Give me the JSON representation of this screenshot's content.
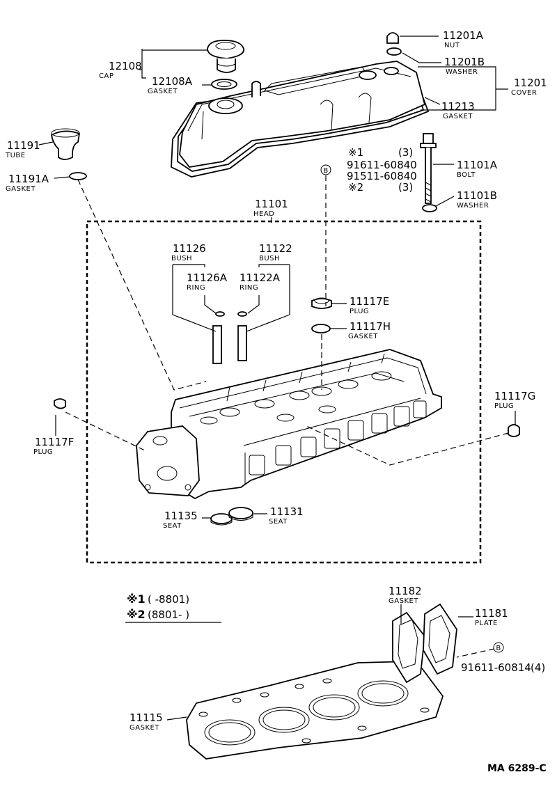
{
  "parts": {
    "p11201A": {
      "num": "11201A",
      "name": "NUT"
    },
    "p11201B": {
      "num": "11201B",
      "name": "WASHER"
    },
    "p11201": {
      "num": "11201",
      "name": "COVER"
    },
    "p11213": {
      "num": "11213",
      "name": "GASKET"
    },
    "p12108": {
      "num": "12108",
      "name": "CAP"
    },
    "p12108A": {
      "num": "12108A",
      "name": "GASKET"
    },
    "p11191": {
      "num": "11191",
      "name": "TUBE"
    },
    "p11191A": {
      "num": "11191A",
      "name": "GASKET"
    },
    "p11101A": {
      "num": "11101A",
      "name": "BOLT"
    },
    "p11101B": {
      "num": "11101B",
      "name": "WASHER"
    },
    "p11101": {
      "num": "11101",
      "name": "HEAD"
    },
    "p11126": {
      "num": "11126",
      "name": "BUSH"
    },
    "p11122": {
      "num": "11122",
      "name": "BUSH"
    },
    "p11126A": {
      "num": "11126A",
      "name": "RING"
    },
    "p11122A": {
      "num": "11122A",
      "name": "RING"
    },
    "p11117E": {
      "num": "11117E",
      "name": "PLUG"
    },
    "p11117H": {
      "num": "11117H",
      "name": "GASKET"
    },
    "p11117G": {
      "num": "11117G",
      "name": "PLUG"
    },
    "p11117F": {
      "num": "11117F",
      "name": "PLUG"
    },
    "p11135": {
      "num": "11135",
      "name": "SEAT"
    },
    "p11131": {
      "num": "11131",
      "name": "SEAT"
    },
    "p11182": {
      "num": "11182",
      "name": "GASKET"
    },
    "p11181": {
      "num": "11181",
      "name": "PLATE"
    },
    "p11115": {
      "num": "11115",
      "name": "GASKET"
    }
  },
  "stud": {
    "mark1": "※1",
    "qty1": "(3)",
    "pn1": "91611-60840",
    "pn2": "91511-60840",
    "mark2": "※2",
    "qty2": "(3)",
    "ref": "B"
  },
  "plate_bolt": {
    "pn": "91611-60814",
    "qty": "(4)",
    "ref": "B"
  },
  "notes": {
    "line1_mark": "※1",
    "line1_text": "(      -8801)",
    "line2_mark": "※2",
    "line2_text": "(8801-      )"
  },
  "footer_ref": "MA  6289-C"
}
